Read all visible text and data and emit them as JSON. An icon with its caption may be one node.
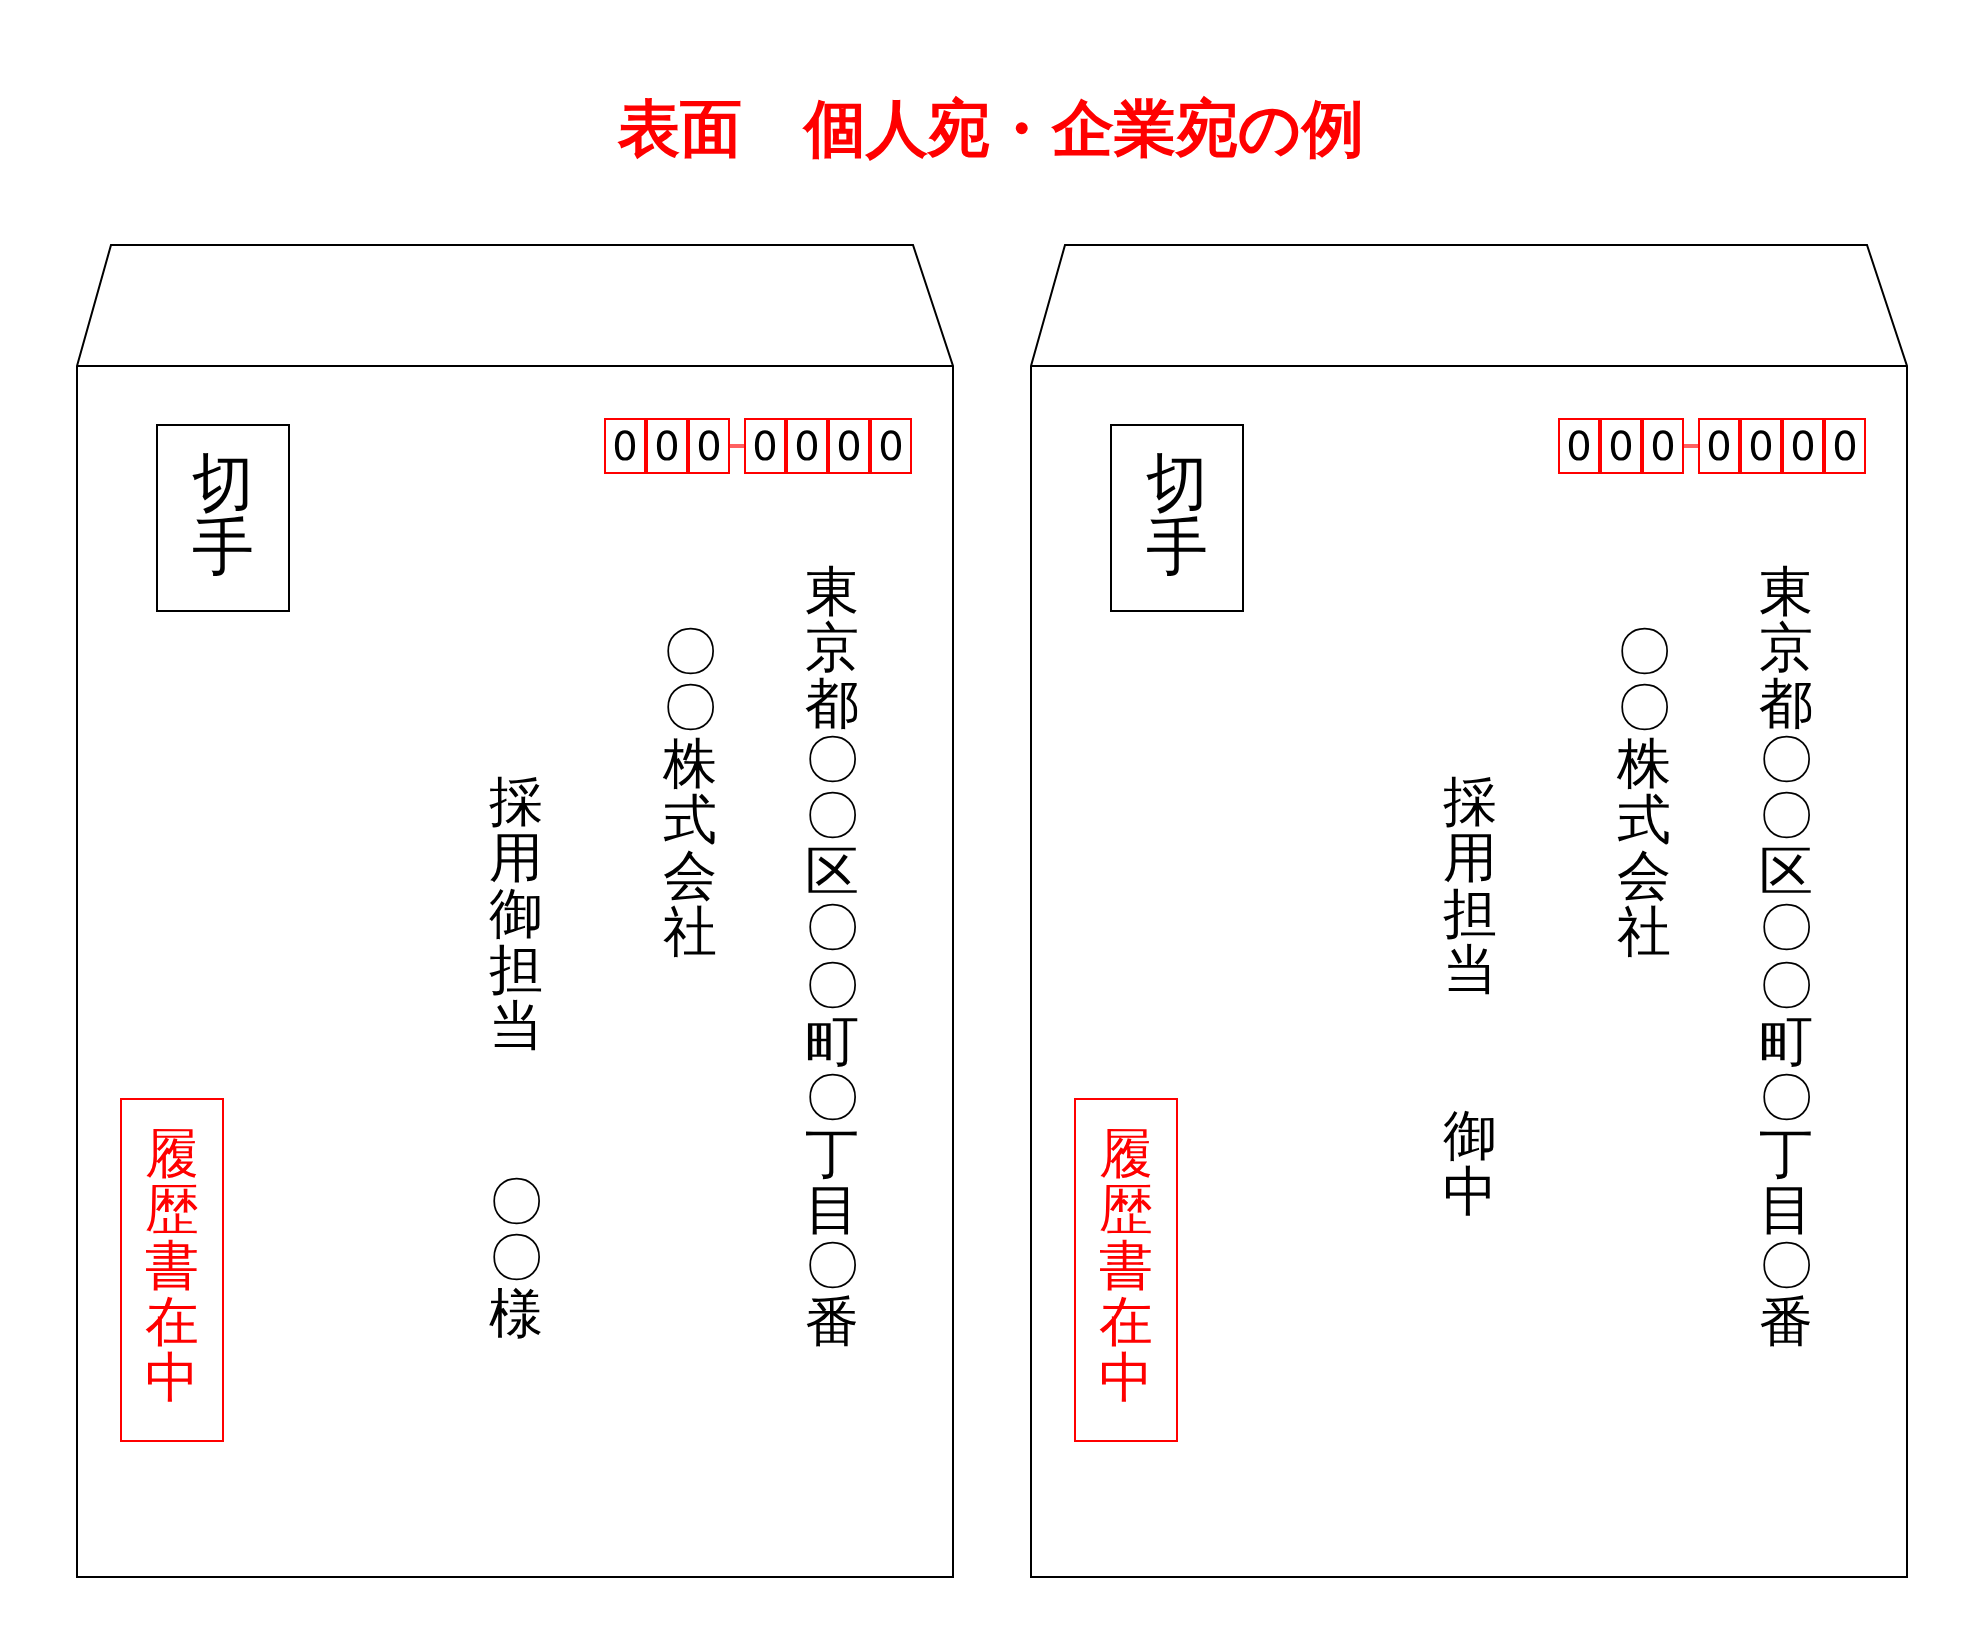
{
  "diagram": {
    "title": "表面　個人宛・企業宛の例",
    "nodes": [
      {
        "text": [],
        "shape": "envelope"
      },
      {
        "text": [
          "切手"
        ],
        "in": 0
      },
      {
        "text": [
          "0"
        ],
        "in": 0
      },
      {
        "text": [
          "0"
        ],
        "in": 0
      },
      {
        "text": [
          "0"
        ],
        "in": 0
      },
      {
        "text": [
          "0"
        ],
        "in": 0
      },
      {
        "text": [
          "0"
        ],
        "in": 0
      },
      {
        "text": [
          "0"
        ],
        "in": 0
      },
      {
        "text": [
          "0"
        ],
        "in": 0
      },
      {
        "text": [
          "履歴書在中"
        ],
        "in": 0
      },
      {
        "text": [],
        "shape": "envelope"
      },
      {
        "text": [
          "切手"
        ],
        "in": 10
      },
      {
        "text": [
          "0"
        ],
        "in": 10
      },
      {
        "text": [
          "0"
        ],
        "in": 10
      },
      {
        "text": [
          "0"
        ],
        "in": 10
      },
      {
        "text": [
          "0"
        ],
        "in": 10
      },
      {
        "text": [
          "0"
        ],
        "in": 10
      },
      {
        "text": [
          "0"
        ],
        "in": 10
      },
      {
        "text": [
          "0"
        ],
        "in": 10
      },
      {
        "text": [
          "履歴書在中"
        ],
        "in": 10
      }
    ],
    "labels": [
      "東京都〇〇区〇〇町〇丁目〇番",
      "〇〇株式会社",
      "採用御担当",
      "〇〇様",
      "東京都〇〇区〇〇町〇丁目〇番",
      "〇〇株式会社",
      "採用担当",
      "御中"
    ]
  }
}
